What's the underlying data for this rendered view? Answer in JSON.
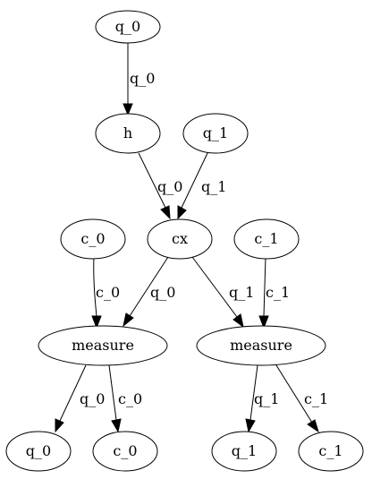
{
  "nodes": {
    "q0_in": "q_0",
    "h": "h",
    "q1_in": "q_1",
    "c0_in": "c_0",
    "cx": "cx",
    "c1_in": "c_1",
    "measure_left": "measure",
    "measure_right": "measure",
    "q0_out": "q_0",
    "c0_out": "c_0",
    "q1_out": "q_1",
    "c1_out": "c_1"
  },
  "edges": {
    "q0_to_h": "q_0",
    "h_to_cx": "q_0",
    "q1_to_cx": "q_1",
    "c0_to_measure_left": "c_0",
    "cx_to_measure_left": "q_0",
    "cx_to_measure_right": "q_1",
    "c1_to_measure_right": "c_1",
    "measure_left_to_q0": "q_0",
    "measure_left_to_c0": "c_0",
    "measure_right_to_q1": "q_1",
    "measure_right_to_c1": "c_1"
  }
}
